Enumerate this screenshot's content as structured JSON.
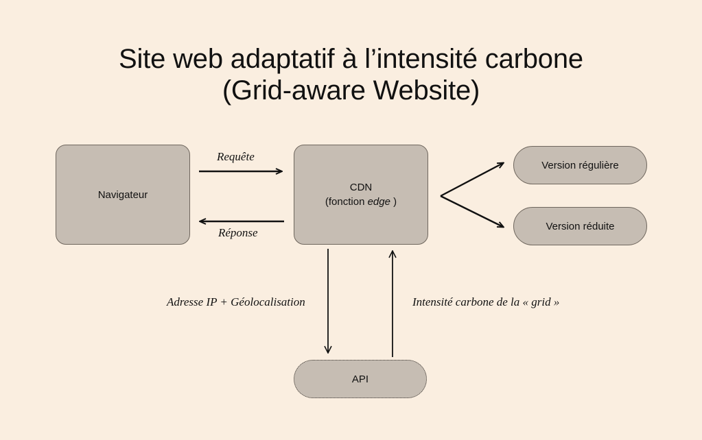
{
  "page": {
    "background_color": "#faeee0",
    "ink_color": "#111111",
    "node_fill_color": "#c6bdb3",
    "node_stroke_color": "#6e665d"
  },
  "title": {
    "text": "Site web adaptatif à l’intensité carbone\n(Grid-aware Website)",
    "line1": "Site web adaptatif à l’intensité carbone",
    "line2": "(Grid-aware Website)"
  },
  "nodes": {
    "navigateur": {
      "label": "Navigateur",
      "shape": "rounded-rect"
    },
    "cdn": {
      "line1": "CDN",
      "line2_prefix": "(fonction ",
      "line2_emphasis": "edge",
      "line2_suffix": " )",
      "shape": "rounded-rect"
    },
    "version_reguliere": {
      "label": "Version régulière",
      "shape": "pill"
    },
    "version_reduite": {
      "label": "Version réduite",
      "shape": "pill"
    },
    "api": {
      "label": "API",
      "shape": "pill-dotted"
    }
  },
  "edges": {
    "requete": {
      "label": "Requête",
      "from": "navigateur",
      "to": "cdn",
      "direction": "right"
    },
    "reponse": {
      "label": "Réponse",
      "from": "cdn",
      "to": "navigateur",
      "direction": "left"
    },
    "to_reguliere": {
      "label": "",
      "from": "cdn",
      "to": "version_reguliere",
      "direction": "up-right"
    },
    "to_reduite": {
      "label": "",
      "from": "cdn",
      "to": "version_reduite",
      "direction": "down-right"
    },
    "adresse_ip": {
      "label": "Adresse IP + Géolocalisation",
      "from": "cdn",
      "to": "api",
      "direction": "down"
    },
    "intensite": {
      "label": "Intensité carbone de la « grid »",
      "from": "api",
      "to": "cdn",
      "direction": "up"
    }
  }
}
